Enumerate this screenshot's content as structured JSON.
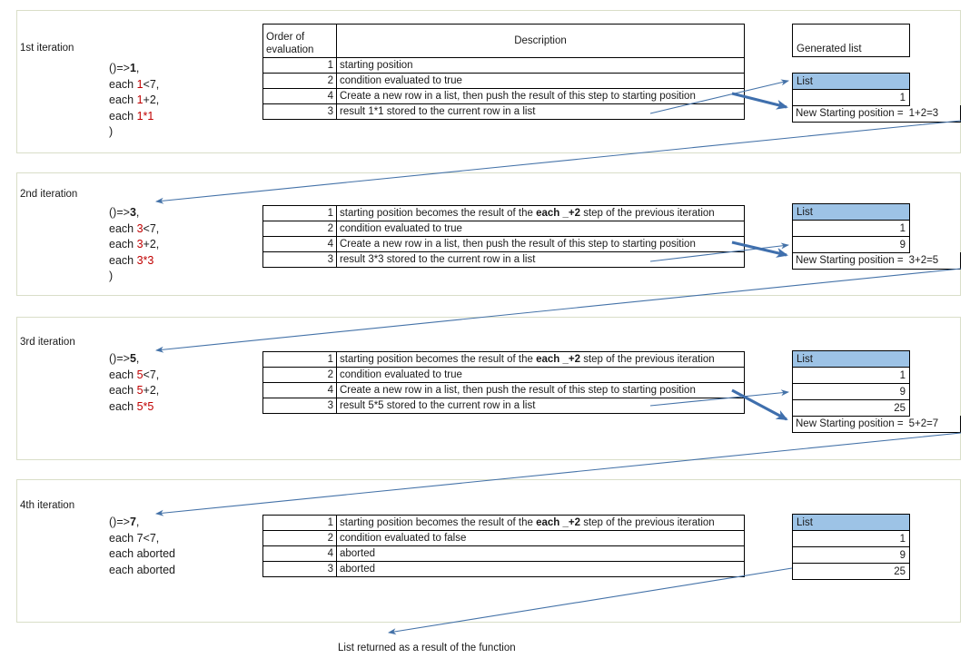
{
  "theme": {
    "panel_border": "#d9dec8",
    "table_border": "#000000",
    "list_header_bg": "#9dc3e6",
    "arrow_color": "#4472a8",
    "code_accent": "#c00000"
  },
  "eval_table_headers": {
    "order": "Order of evaluation",
    "description": "Description"
  },
  "generated_list_header": "Generated list",
  "list_header_label": "List",
  "new_start_label": "New Starting position =",
  "footer": "List returned as a result of the function",
  "iterations": [
    {
      "label": "1st iteration",
      "code": [
        {
          "prefix": "()=>",
          "value": "1",
          "value_bold": true,
          "value_red": false,
          "suffix": ","
        },
        {
          "prefix": "each ",
          "value": "1",
          "value_bold": false,
          "value_red": true,
          "suffix": "<7,"
        },
        {
          "prefix": "each ",
          "value": "1",
          "value_bold": false,
          "value_red": true,
          "suffix": "+2,"
        },
        {
          "prefix": "each ",
          "value": "1*1",
          "value_bold": false,
          "value_red": true,
          "suffix": ""
        },
        {
          "prefix": ")",
          "value": "",
          "value_bold": false,
          "value_red": false,
          "suffix": ""
        }
      ],
      "show_eval_header": true,
      "rows": [
        {
          "order": "1",
          "desc": "starting position",
          "bold_part": ""
        },
        {
          "order": "2",
          "desc": "condition evaluated to true",
          "bold_part": ""
        },
        {
          "order": "4",
          "desc": "Create a new row in a list, then push the result of this step to starting position",
          "bold_part": ""
        },
        {
          "order": "3",
          "desc": "result 1*1 stored to the current row in a list",
          "bold_part": ""
        }
      ],
      "list_values": [
        "1"
      ],
      "new_start_value": "1+2=3",
      "show_new_start": true
    },
    {
      "label": "2nd iteration",
      "code": [
        {
          "prefix": "()=>",
          "value": "3",
          "value_bold": true,
          "value_red": false,
          "suffix": ","
        },
        {
          "prefix": "each ",
          "value": "3",
          "value_bold": false,
          "value_red": true,
          "suffix": "<7,"
        },
        {
          "prefix": "each ",
          "value": "3",
          "value_bold": false,
          "value_red": true,
          "suffix": "+2,"
        },
        {
          "prefix": "each ",
          "value": "3*3",
          "value_bold": false,
          "value_red": true,
          "suffix": ""
        },
        {
          "prefix": ")",
          "value": "",
          "value_bold": false,
          "value_red": false,
          "suffix": ""
        }
      ],
      "show_eval_header": false,
      "rows": [
        {
          "order": "1",
          "desc_pre": "starting position becomes the result of the ",
          "bold_part": "each _+2",
          "desc_post": " step of the previous iteration"
        },
        {
          "order": "2",
          "desc": "condition evaluated to true",
          "bold_part": ""
        },
        {
          "order": "4",
          "desc": "Create a new row in a list, then push the result of this step to starting position",
          "bold_part": ""
        },
        {
          "order": "3",
          "desc": "result 3*3 stored to the current row in a list",
          "bold_part": ""
        }
      ],
      "list_values": [
        "1",
        "9"
      ],
      "new_start_value": "3+2=5",
      "show_new_start": true
    },
    {
      "label": "3rd iteration",
      "code": [
        {
          "prefix": "()=>",
          "value": "5",
          "value_bold": true,
          "value_red": false,
          "suffix": ","
        },
        {
          "prefix": "each ",
          "value": "5",
          "value_bold": false,
          "value_red": true,
          "suffix": "<7,"
        },
        {
          "prefix": "each ",
          "value": "5",
          "value_bold": false,
          "value_red": true,
          "suffix": "+2,"
        },
        {
          "prefix": "each ",
          "value": "5*5",
          "value_bold": false,
          "value_red": true,
          "suffix": ""
        }
      ],
      "show_eval_header": false,
      "rows": [
        {
          "order": "1",
          "desc_pre": "starting position becomes the result of the ",
          "bold_part": "each _+2",
          "desc_post": " step of the previous iteration"
        },
        {
          "order": "2",
          "desc": "condition evaluated to true",
          "bold_part": ""
        },
        {
          "order": "4",
          "desc": "Create a new row in a list, then push the result of this step to starting position",
          "bold_part": ""
        },
        {
          "order": "3",
          "desc": "result 5*5 stored to the current row in a list",
          "bold_part": ""
        }
      ],
      "list_values": [
        "1",
        "9",
        "25"
      ],
      "new_start_value": "5+2=7",
      "show_new_start": true
    },
    {
      "label": "4th iteration",
      "code": [
        {
          "prefix": "()=>",
          "value": "7",
          "value_bold": true,
          "value_red": false,
          "suffix": ","
        },
        {
          "prefix": "each 7<7,",
          "value": "",
          "value_bold": false,
          "value_red": false,
          "suffix": ""
        },
        {
          "prefix": "each aborted",
          "value": "",
          "value_bold": false,
          "value_red": false,
          "suffix": ""
        },
        {
          "prefix": "each aborted",
          "value": "",
          "value_bold": false,
          "value_red": false,
          "suffix": ""
        }
      ],
      "show_eval_header": false,
      "rows": [
        {
          "order": "1",
          "desc_pre": "starting position becomes the result of the ",
          "bold_part": "each _+2",
          "desc_post": " step of the previous iteration"
        },
        {
          "order": "2",
          "desc": "condition evaluated to false",
          "bold_part": ""
        },
        {
          "order": "4",
          "desc": "aborted",
          "bold_part": ""
        },
        {
          "order": "3",
          "desc": "aborted",
          "bold_part": ""
        }
      ],
      "list_values": [
        "1",
        "9",
        "25"
      ],
      "new_start_value": "",
      "show_new_start": false
    }
  ]
}
